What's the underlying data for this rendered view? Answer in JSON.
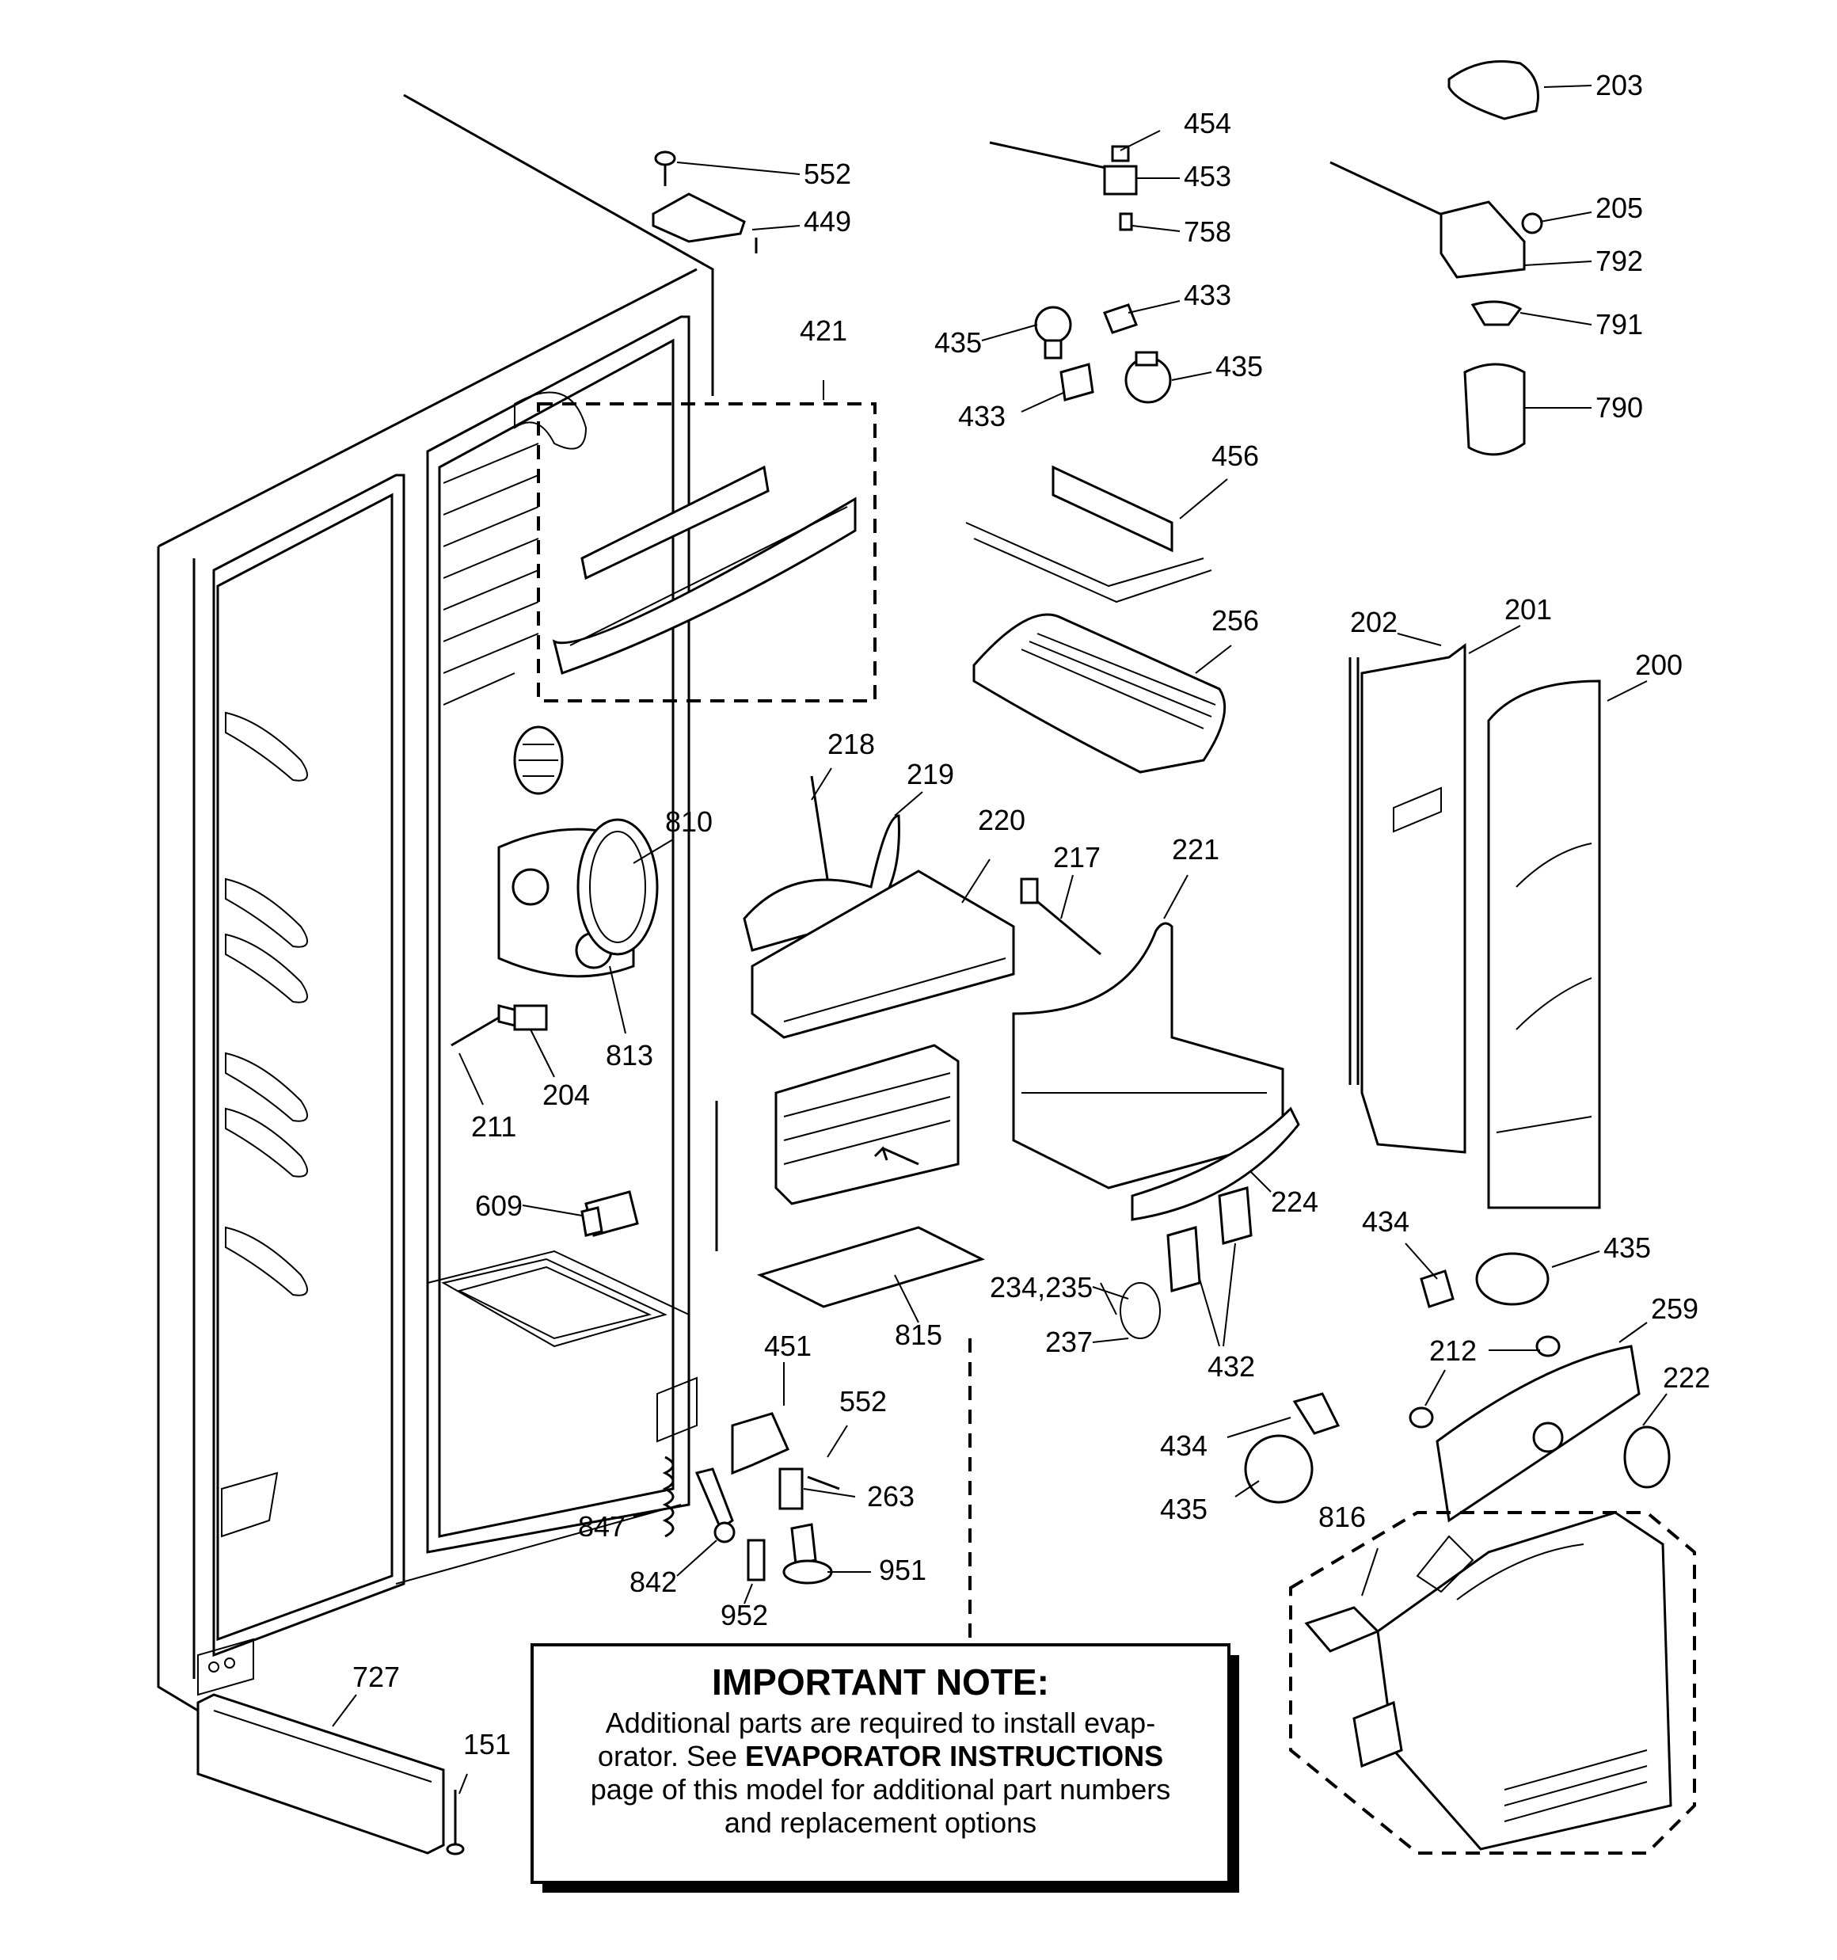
{
  "callouts": {
    "c552a": "552",
    "c449": "449",
    "c421": "421",
    "c454": "454",
    "c453": "453",
    "c758": "758",
    "c433a": "433",
    "c435a": "435",
    "c435b": "435",
    "c433b": "433",
    "c203": "203",
    "c205": "205",
    "c792": "792",
    "c791": "791",
    "c790": "790",
    "c456": "456",
    "c256": "256",
    "c202": "202",
    "c201": "201",
    "c200": "200",
    "c218": "218",
    "c219": "219",
    "c810": "810",
    "c220": "220",
    "c217": "217",
    "c221": "221",
    "c813": "813",
    "c204": "204",
    "c211": "211",
    "c609": "609",
    "c224": "224",
    "c434a": "434",
    "c435c": "435",
    "c234": "234,235",
    "c237": "237",
    "c432": "432",
    "c815": "815",
    "c259": "259",
    "c212": "212",
    "c222": "222",
    "c451": "451",
    "c552b": "552",
    "c263": "263",
    "c847": "847",
    "c842": "842",
    "c951": "951",
    "c952": "952",
    "c434b": "434",
    "c435d": "435",
    "c816": "816",
    "c727": "727",
    "c151": "151"
  },
  "note": {
    "title": "IMPORTANT NOTE:",
    "line1": "Additional parts are required to install evap-",
    "line2_pre": "orator.  See ",
    "line2_bold": "EVAPORATOR INSTRUCTIONS",
    "line3": "page of this model for additional part numbers",
    "line4": "and replacement options"
  }
}
